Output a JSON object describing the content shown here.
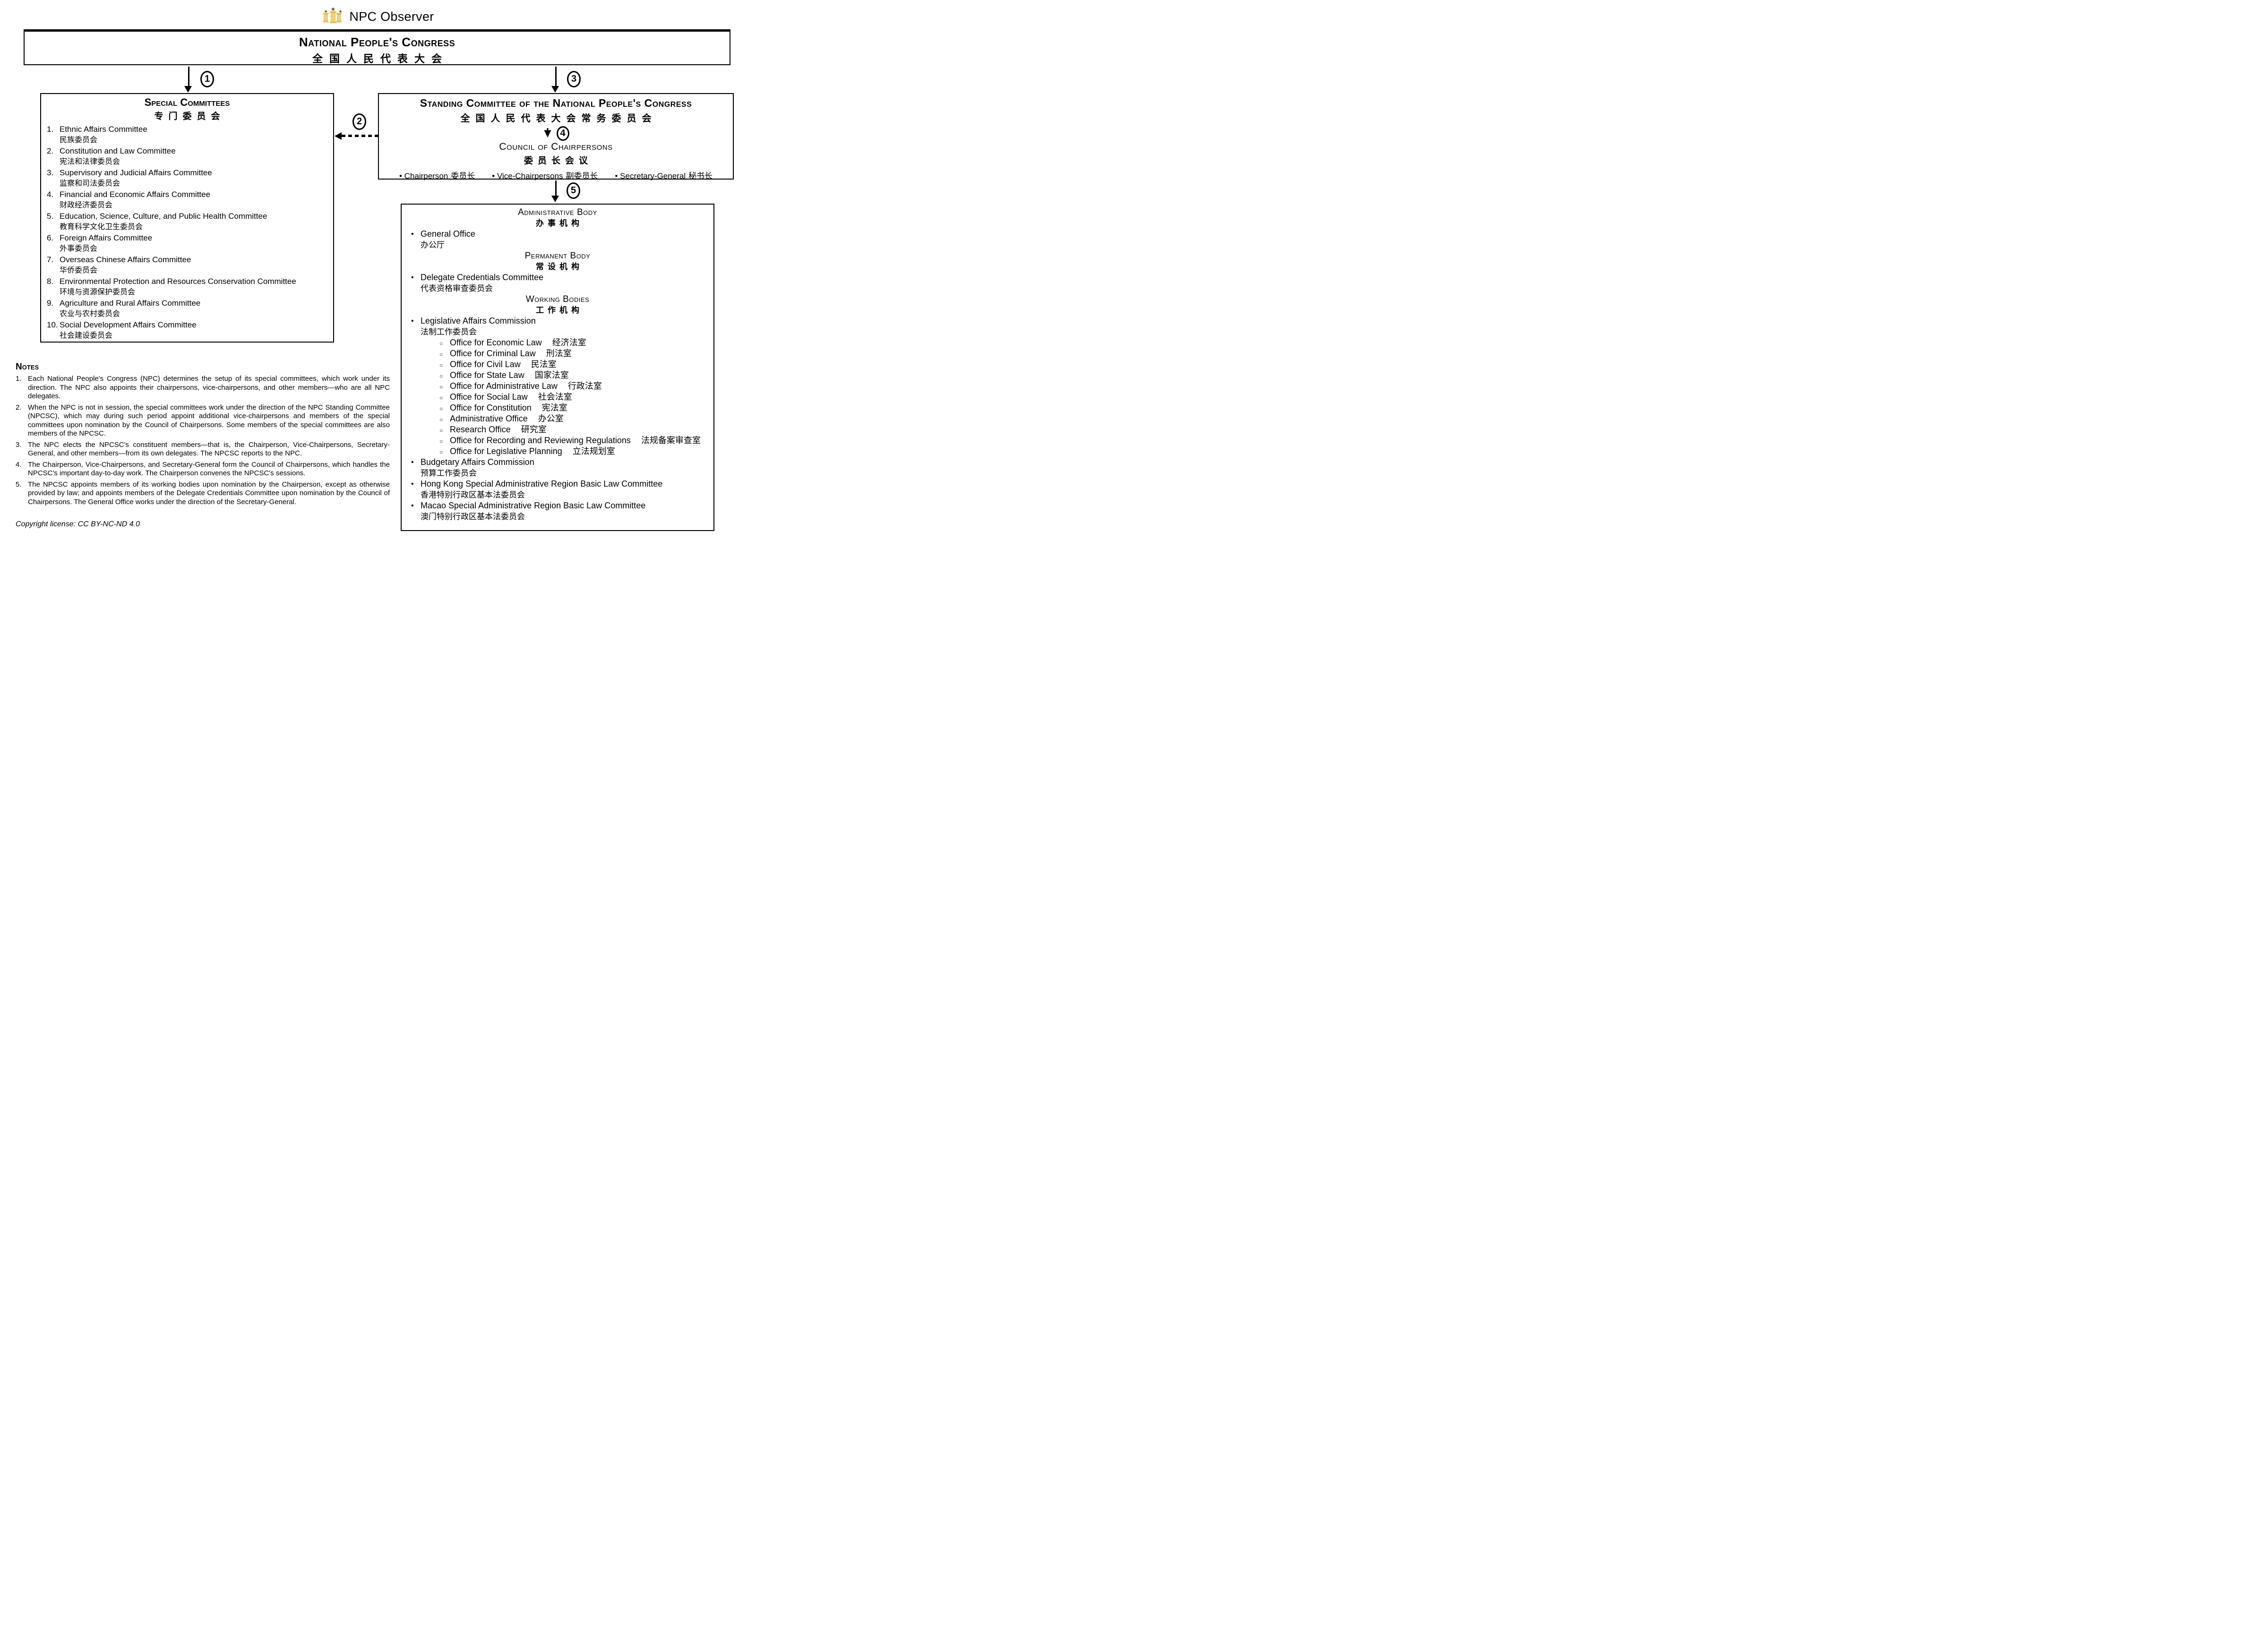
{
  "logo": {
    "brand": "NPC Observer",
    "icon": "three-pillars-with-stars-icon",
    "pillar_color": "#E2BE4C",
    "star_color": "#4F4F4F"
  },
  "icons": {
    "bullet": "•",
    "sub_bullet": "○"
  },
  "connectors": {
    "n1": "1",
    "n2": "2",
    "n3": "3",
    "n4": "4",
    "n5": "5"
  },
  "npc": {
    "title_en": "National People's Congress",
    "title_zh": "全国人民代表大会"
  },
  "special": {
    "title_en": "Special Committees",
    "title_zh": "专门委员会",
    "items": [
      {
        "num": "1.",
        "en": "Ethnic Affairs Committee",
        "zh": "民族委员会"
      },
      {
        "num": "2.",
        "en": "Constitution and Law Committee",
        "zh": "宪法和法律委员会"
      },
      {
        "num": "3.",
        "en": "Supervisory and Judicial Affairs Committee",
        "zh": "监察和司法委员会"
      },
      {
        "num": "4.",
        "en": "Financial and Economic Affairs Committee",
        "zh": "财政经济委员会"
      },
      {
        "num": "5.",
        "en": "Education, Science, Culture, and Public Health Committee",
        "zh": "教育科学文化卫生委员会"
      },
      {
        "num": "6.",
        "en": "Foreign Affairs Committee",
        "zh": "外事委员会"
      },
      {
        "num": "7.",
        "en": "Overseas Chinese Affairs Committee",
        "zh": "华侨委员会"
      },
      {
        "num": "8.",
        "en": "Environmental Protection and Resources Conservation Committee",
        "zh": "环境与资源保护委员会"
      },
      {
        "num": "9.",
        "en": "Agriculture and Rural Affairs Committee",
        "zh": "农业与农村委员会"
      },
      {
        "num": "10.",
        "en": "Social Development Affairs Committee",
        "zh": "社会建设委员会"
      }
    ]
  },
  "standing": {
    "title_en": "Standing Committee of the National People's Congress",
    "title_zh": "全国人民代表大会常务委员会",
    "council_en": "Council of Chairpersons",
    "council_zh": "委员长会议",
    "officers": [
      {
        "en": "Chairperson",
        "zh": "委员长"
      },
      {
        "en": "Vice-Chairpersons",
        "zh": "副委员长"
      },
      {
        "en": "Secretary-General",
        "zh": "秘书长"
      }
    ]
  },
  "admin": {
    "headings": [
      {
        "en": "Administrative Body",
        "zh": "办事机构"
      },
      {
        "en": "Permanent Body",
        "zh": "常设机构"
      },
      {
        "en": "Working Bodies",
        "zh": "工作机构"
      }
    ],
    "general_office": {
      "en": "General Office",
      "zh": "办公厅"
    },
    "delegate_credentials": {
      "en": "Delegate Credentials Committee",
      "zh": "代表资格审查委员会"
    },
    "legislative_affairs": {
      "en": "Legislative Affairs Commission",
      "zh": "法制工作委员会"
    },
    "law_offices": [
      {
        "en": "Office for Economic Law",
        "zh": "经济法室"
      },
      {
        "en": "Office for Criminal Law",
        "zh": "刑法室"
      },
      {
        "en": "Office for Civil Law",
        "zh": "民法室"
      },
      {
        "en": "Office for State Law",
        "zh": "国家法室"
      },
      {
        "en": "Office for Administrative Law",
        "zh": "行政法室"
      },
      {
        "en": "Office for Social Law",
        "zh": "社会法室"
      },
      {
        "en": "Office for Constitution",
        "zh": "宪法室"
      },
      {
        "en": "Administrative Office",
        "zh": "办公室"
      },
      {
        "en": "Research Office",
        "zh": "研究室"
      },
      {
        "en": "Office for Recording and Reviewing Regulations",
        "zh": "法规备案审查室"
      },
      {
        "en": "Office for Legislative Planning",
        "zh": "立法规划室"
      }
    ],
    "other_bodies": [
      {
        "en": "Budgetary Affairs Commission",
        "zh": "预算工作委员会"
      },
      {
        "en": "Hong Kong Special Administrative Region Basic Law Committee",
        "zh": "香港特别行政区基本法委员会"
      },
      {
        "en": "Macao Special Administrative Region Basic Law Committee",
        "zh": "澳门特别行政区基本法委员会"
      }
    ]
  },
  "notes": {
    "heading": "Notes",
    "items": [
      {
        "num": "1.",
        "text": "Each National People's Congress (NPC) determines the setup of its special committees, which work under its direction. The NPC also appoints their chairpersons, vice-chairpersons, and other members—who are all NPC delegates."
      },
      {
        "num": "2.",
        "text": "When the NPC is not in session, the special committees work under the direction of the NPC Standing Committee (NPCSC), which may during such period appoint additional vice-chairpersons and members of the special committees upon nomination by the Council of Chairpersons. Some members of the special committees are also members of the NPCSC."
      },
      {
        "num": "3.",
        "text": "The NPC elects the NPCSC's constituent members—that is, the Chairperson, Vice-Chairpersons, Secretary-General, and other members—from its own delegates. The NPCSC reports to the NPC."
      },
      {
        "num": "4.",
        "text": "The Chairperson, Vice-Chairpersons, and Secretary-General form the Council of Chairpersons, which handles the NPCSC's important day-to-day work. The Chairperson convenes the NPCSC's sessions."
      },
      {
        "num": "5.",
        "text": "The NPCSC appoints members of its working bodies upon nomination by the Chairperson, except as otherwise provided by law; and appoints members of the Delegate Credentials Committee upon nomination by the Council of Chairpersons. The General Office works under the direction of the Secretary-General."
      }
    ]
  },
  "copyright": "Copyright license: CC BY-NC-ND 4.0"
}
